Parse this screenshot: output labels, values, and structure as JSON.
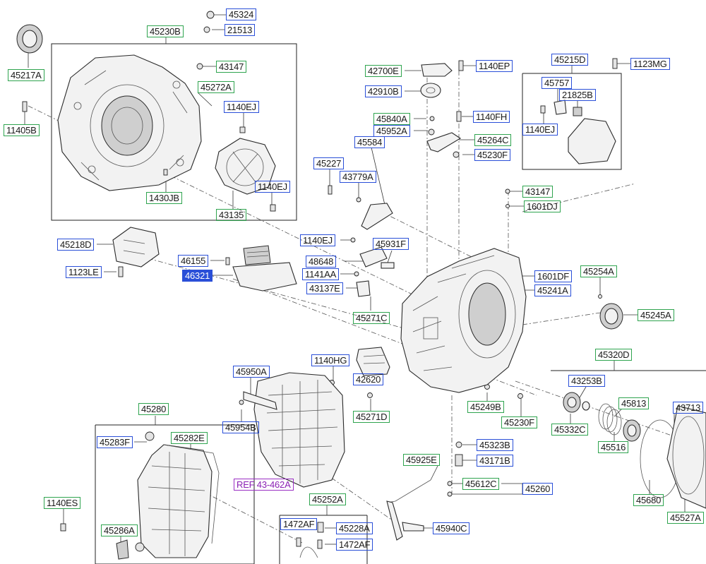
{
  "labels": {
    "l45324": "45324",
    "l21513": "21513",
    "l45230B": "45230B",
    "l45217A": "45217A",
    "l43147a": "43147",
    "l45272A": "45272A",
    "l1140EJa": "1140EJ",
    "l11405B": "11405B",
    "l1430JB": "1430JB",
    "l1140EJb": "1140EJ",
    "l43135": "43135",
    "l45218D": "45218D",
    "l1123LE": "1123LE",
    "l46155": "46155",
    "l46321": "46321",
    "l42700E": "42700E",
    "l1140EP": "1140EP",
    "l42910B": "42910B",
    "l45840A": "45840A",
    "l1140FH": "1140FH",
    "l45952A": "45952A",
    "l45264C": "45264C",
    "l45584": "45584",
    "l45230F": "45230F",
    "l45227": "45227",
    "l43779A": "43779A",
    "l45215D": "45215D",
    "l1123MG": "1123MG",
    "l45757": "45757",
    "l21825B": "21825B",
    "l1140EJc": "1140EJ",
    "l43147b": "43147",
    "l1601DJ": "1601DJ",
    "l1140EJd": "1140EJ",
    "l45931F": "45931F",
    "l48648": "48648",
    "l1141AA": "1141AA",
    "l43137E": "43137E",
    "l45271C": "45271C",
    "l1601DF": "1601DF",
    "l45254A": "45254A",
    "l45241A": "45241A",
    "l45245A": "45245A",
    "l1140HG": "1140HG",
    "l42620": "42620",
    "l45950A": "45950A",
    "l45954B": "45954B",
    "l45271D": "45271D",
    "lREF": "REF 43-462A",
    "l45280": "45280",
    "l45283F": "45283F",
    "l45282E": "45282E",
    "l1140ES": "1140ES",
    "l45286A": "45286A",
    "l45249B": "45249B",
    "l45230Fb": "45230F",
    "l45323B": "45323B",
    "l43171B": "43171B",
    "l45925E": "45925E",
    "l45612C": "45612C",
    "l45260": "45260",
    "l45940C": "45940C",
    "l45252A": "45252A",
    "l1472AFa": "1472AF",
    "l45228A": "45228A",
    "l1472AFb": "1472AF",
    "l45320D": "45320D",
    "l43253B": "43253B",
    "l45813": "45813",
    "l43713": "43713",
    "l45332C": "45332C",
    "l45516": "45516",
    "l45680": "45680",
    "l45527A": "45527A"
  },
  "selected_part": "46321",
  "colors": {
    "frame_part_number": "#2fa44f",
    "hardware_number": "#2a4fd8",
    "reference_number": "#9a2fc4",
    "selected_fill": "#2a4fd8"
  }
}
